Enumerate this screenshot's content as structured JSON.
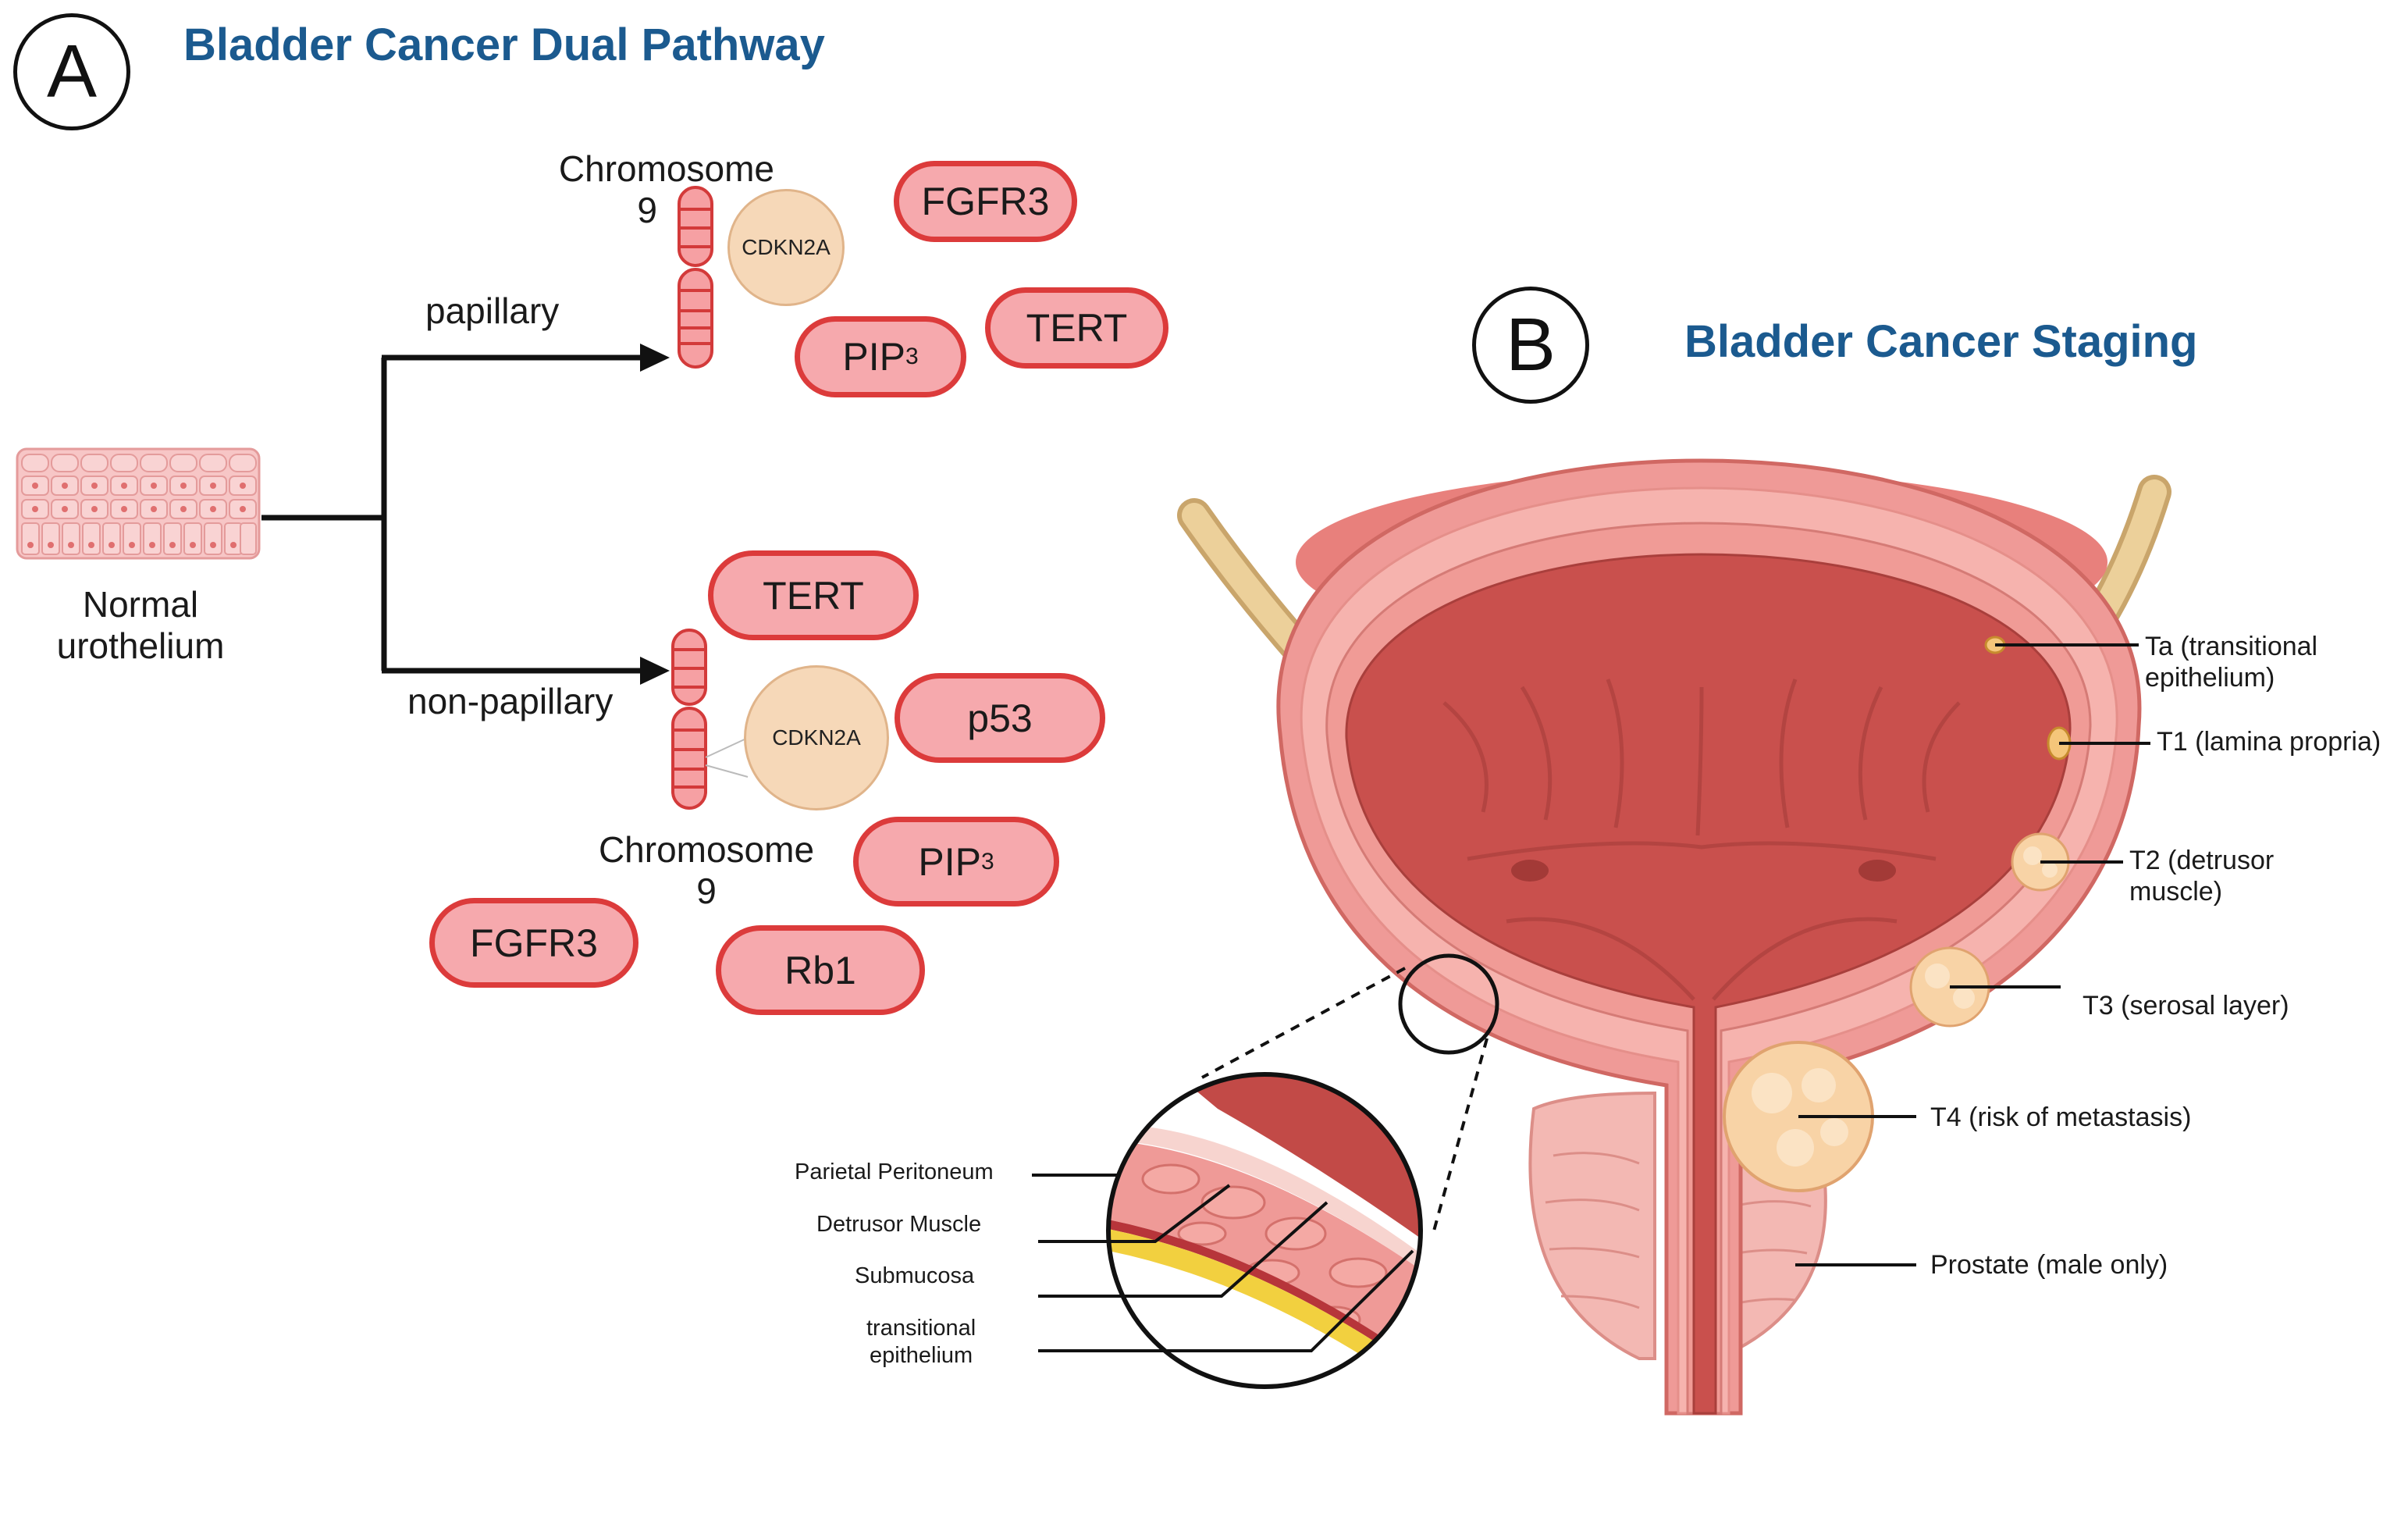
{
  "panel_a": {
    "letter": "A",
    "title": "Bladder Cancer Dual Pathway",
    "normal_label_line1": "Normal",
    "normal_label_line2": "urothelium",
    "papillary": {
      "branch_label": "papillary",
      "chromosome_line1": "Chromosome",
      "chromosome_line2": "9",
      "cdkn": "CDKN2A",
      "genes": {
        "fgfr3": "FGFR3",
        "pip3": "PIP",
        "pip3_sub": "3",
        "tert": "TERT"
      }
    },
    "nonpapillary": {
      "branch_label": "non-papillary",
      "chromosome_line1": "Chromosome",
      "chromosome_line2": "9",
      "cdkn": "CDKN2A",
      "genes": {
        "tert": "TERT",
        "p53": "p53",
        "pip3": "PIP",
        "pip3_sub": "3",
        "fgfr3": "FGFR3",
        "rb1": "Rb1"
      }
    }
  },
  "panel_b": {
    "letter": "B",
    "title": "Bladder Cancer Staging",
    "stages": {
      "ta_line1": "Ta (transitional",
      "ta_line2": "epithelium)",
      "t1": "T1 (lamina propria)",
      "t2_line1": "T2 (detrusor",
      "t2_line2": "muscle)",
      "t3": "T3 (serosal layer)",
      "t4": "T4 (risk of metastasis)",
      "prostate": "Prostate (male only)"
    },
    "layers": {
      "parietal": "Parietal Peritoneum",
      "detrusor": "Detrusor Muscle",
      "submucosa": "Submucosa",
      "epithelium_line1": "transitional",
      "epithelium_line2": "epithelium"
    }
  },
  "colors": {
    "title_blue": "#1b5a8f",
    "gene_fill": "#f6a9ad",
    "gene_border": "#dc3b3b",
    "cdkn_fill": "#f6d8b8",
    "bladder_lumen": "#c8504d",
    "bladder_wall": "#f09a98",
    "ureter": "#e8c98f",
    "tumor": "#f8d3a6"
  }
}
